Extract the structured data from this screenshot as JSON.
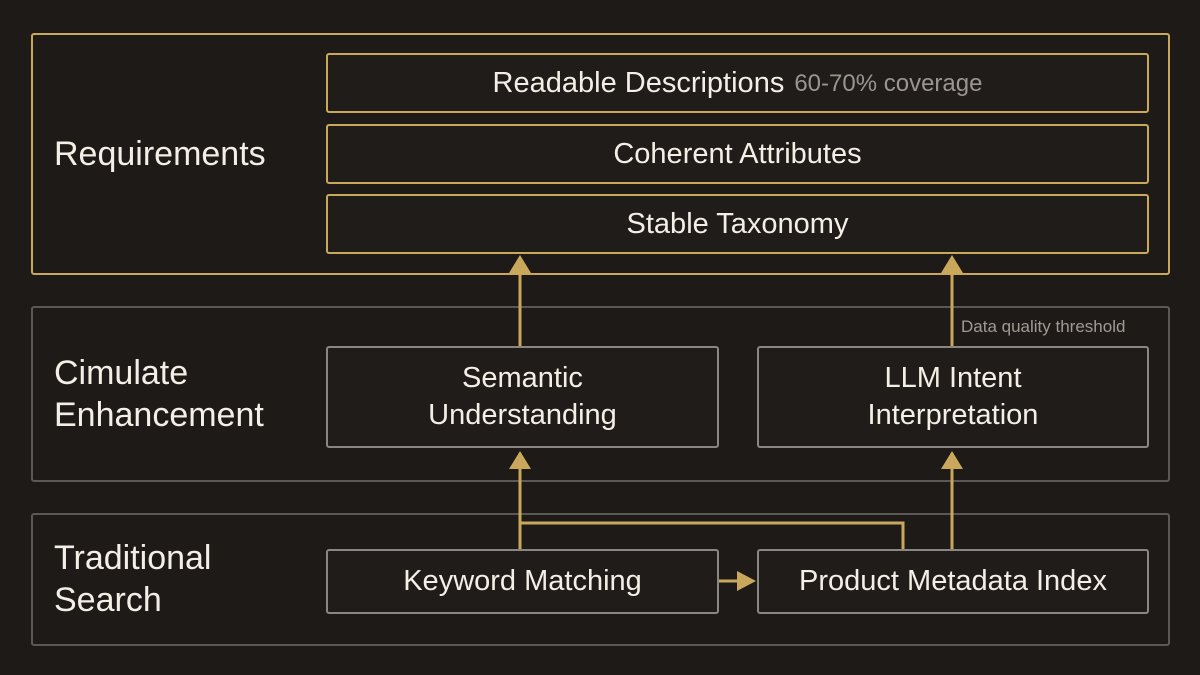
{
  "tiers": {
    "requirements": {
      "label": "Requirements",
      "boxes": {
        "readable": {
          "label": "Readable Descriptions",
          "note": "60-70% coverage"
        },
        "coherent": {
          "label": "Coherent Attributes"
        },
        "stable": {
          "label": "Stable Taxonomy"
        }
      }
    },
    "enhancement": {
      "label": "Cimulate\nEnhancement",
      "threshold_note": "Data quality threshold",
      "boxes": {
        "semantic": {
          "label": "Semantic\nUnderstanding"
        },
        "llm": {
          "label": "LLM Intent\nInterpretation"
        }
      }
    },
    "traditional": {
      "label": "Traditional\nSearch",
      "boxes": {
        "keyword": {
          "label": "Keyword Matching"
        },
        "metadata": {
          "label": "Product Metadata Index"
        }
      }
    }
  },
  "colors": {
    "background": "#1d1a18",
    "accent_gold": "#c9a85c",
    "frame_gray": "#5c5955",
    "box_gray": "#8a8682",
    "text": "#f4efe6",
    "muted_text": "#9a958e"
  }
}
